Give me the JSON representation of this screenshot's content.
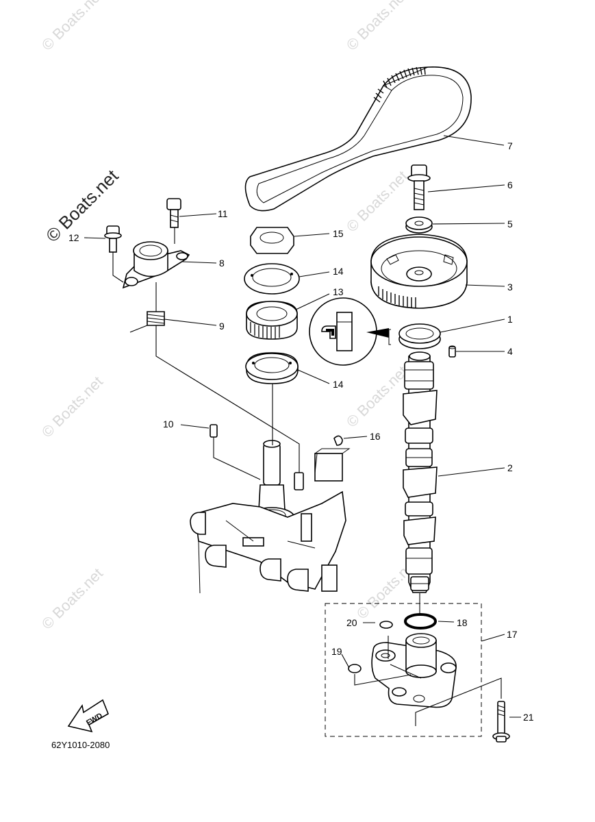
{
  "watermark": {
    "primary": "© Boats.net",
    "faint": "© Boats.net"
  },
  "callouts": [
    {
      "id": "1",
      "label": "1"
    },
    {
      "id": "2",
      "label": "2"
    },
    {
      "id": "3",
      "label": "3"
    },
    {
      "id": "4",
      "label": "4"
    },
    {
      "id": "5",
      "label": "5"
    },
    {
      "id": "6",
      "label": "6"
    },
    {
      "id": "7",
      "label": "7"
    },
    {
      "id": "8",
      "label": "8"
    },
    {
      "id": "9",
      "label": "9"
    },
    {
      "id": "10",
      "label": "10"
    },
    {
      "id": "11",
      "label": "11"
    },
    {
      "id": "12",
      "label": "12"
    },
    {
      "id": "13",
      "label": "13"
    },
    {
      "id": "14a",
      "label": "14"
    },
    {
      "id": "14b",
      "label": "14"
    },
    {
      "id": "15",
      "label": "15"
    },
    {
      "id": "16",
      "label": "16"
    },
    {
      "id": "17",
      "label": "17"
    },
    {
      "id": "18",
      "label": "18"
    },
    {
      "id": "19",
      "label": "19"
    },
    {
      "id": "20",
      "label": "20"
    },
    {
      "id": "21",
      "label": "21"
    }
  ],
  "fwd_label": "FWD",
  "diagram_code": "62Y1010-2080"
}
